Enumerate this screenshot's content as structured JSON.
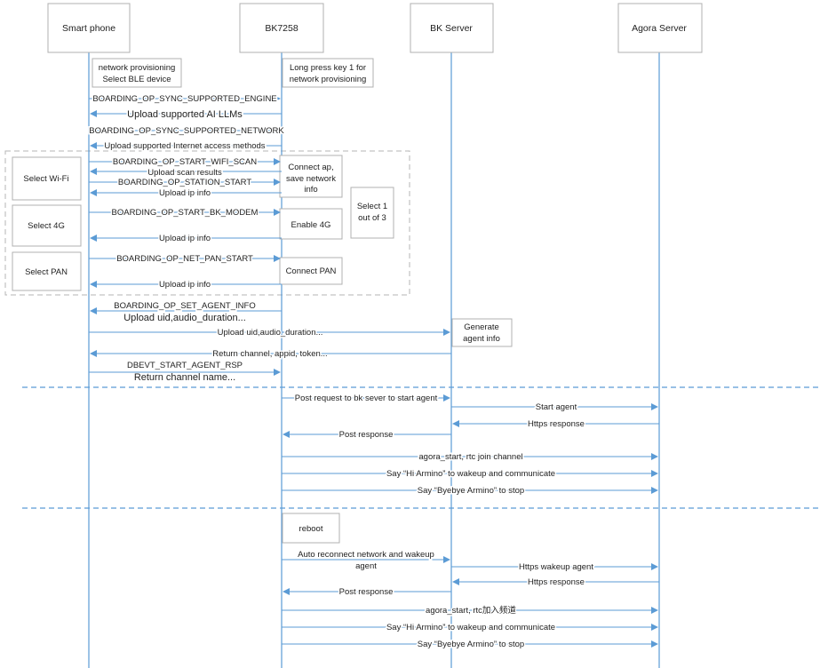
{
  "participants": [
    {
      "name": "Smart phone"
    },
    {
      "name": "BK7258"
    },
    {
      "name": "BK Server"
    },
    {
      "name": "Agora Server"
    }
  ],
  "notes": [
    {
      "lines": [
        "network provisioning",
        "Select BLE device"
      ]
    },
    {
      "lines": [
        "Long press key 1 for",
        "network provisioning"
      ]
    },
    {
      "lines": [
        "Select Wi-Fi"
      ]
    },
    {
      "lines": [
        "Select 4G"
      ]
    },
    {
      "lines": [
        "Select PAN"
      ]
    },
    {
      "lines": [
        "Connect ap,",
        "save network",
        "info"
      ]
    },
    {
      "lines": [
        "Enable 4G"
      ]
    },
    {
      "lines": [
        "Connect PAN"
      ]
    },
    {
      "lines": [
        "Select 1",
        "out of 3"
      ]
    },
    {
      "lines": [
        "Generate",
        "agent info"
      ]
    },
    {
      "lines": [
        "reboot"
      ]
    }
  ],
  "messages": [
    {
      "label": "BOARDING_OP_SYNC_SUPPORTED_ENGINE"
    },
    {
      "label": "Upload supported AI LLMs"
    },
    {
      "label": "BOARDING_OP_SYNC_SUPPORTED_NETWORK"
    },
    {
      "label": "Upload supported Internet access methods"
    },
    {
      "label": "BOARDING_OP_START_WIFI_SCAN"
    },
    {
      "label": "Upload scan results"
    },
    {
      "label": "BOARDING_OP_STATION_START"
    },
    {
      "label": "Upload ip info"
    },
    {
      "label": "BOARDING_OP_START_BK_MODEM"
    },
    {
      "label": "Upload ip info"
    },
    {
      "label": "BOARDING_OP_NET_PAN_START"
    },
    {
      "label": "Upload ip info"
    },
    {
      "label": "BOARDING_OP_SET_AGENT_INFO"
    },
    {
      "label": "Upload uid,audio_duration..."
    },
    {
      "label": "Upload uid,audio_duration..."
    },
    {
      "label": "Return  channel, appid, token..."
    },
    {
      "label": "DBEVT_START_AGENT_RSP"
    },
    {
      "label": "Return channel name..."
    },
    {
      "label": "Post request to bk sever to start agent"
    },
    {
      "label": "Start agent"
    },
    {
      "label": "Https response"
    },
    {
      "label": "Post response"
    },
    {
      "label": "agora_start,   rtc join channel"
    },
    {
      "label": "Say “Hi Armino” to wakeup and communicate"
    },
    {
      "label": "Say “Byebye Armino” to stop"
    },
    {
      "label": "Auto reconnect network and wakeup"
    },
    {
      "label": "agent"
    },
    {
      "label": "Https wakeup agent"
    },
    {
      "label": "Https response"
    },
    {
      "label": "Post response"
    },
    {
      "label": "agora_start,   rtc加入频道"
    },
    {
      "label": "Say “Hi Armino” to wakeup and communicate"
    },
    {
      "label": "Say “Byebye Armino” to stop"
    }
  ],
  "colors": {
    "lifeline": "#5b9bd5",
    "box_border": "#b0b0b0",
    "text": "#222222"
  }
}
